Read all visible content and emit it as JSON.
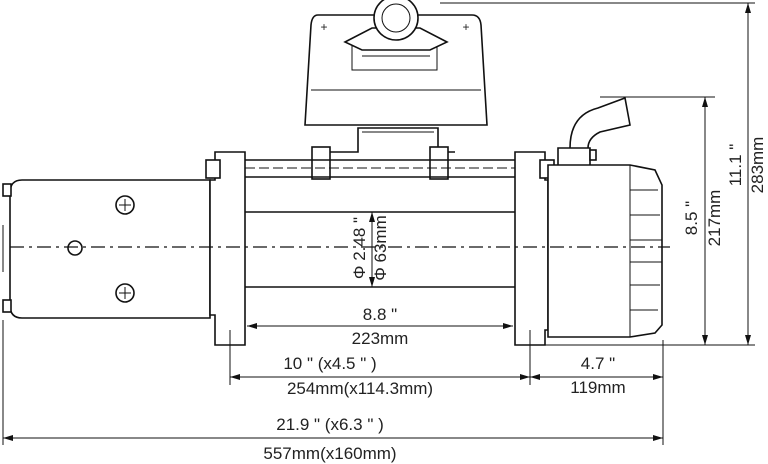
{
  "dimensions": {
    "drum_length_in": "8.8 \"",
    "drum_length_mm": "223mm",
    "mount_in": "10 \" (x4.5 \" )",
    "mount_mm": "254mm(x114.3mm)",
    "gearbox_in": "4.7 \"",
    "gearbox_mm": "119mm",
    "overall_length_in": "21.9 \" (x6.3 \" )",
    "overall_length_mm": "557mm(x160mm)",
    "height_body_in": "8.5 \"",
    "height_body_mm": "217mm",
    "height_total_in": "11.1 \"",
    "height_total_mm": "283mm",
    "drum_dia_in": "Φ 2.48 \"",
    "drum_dia_mm": "Φ 63mm"
  }
}
